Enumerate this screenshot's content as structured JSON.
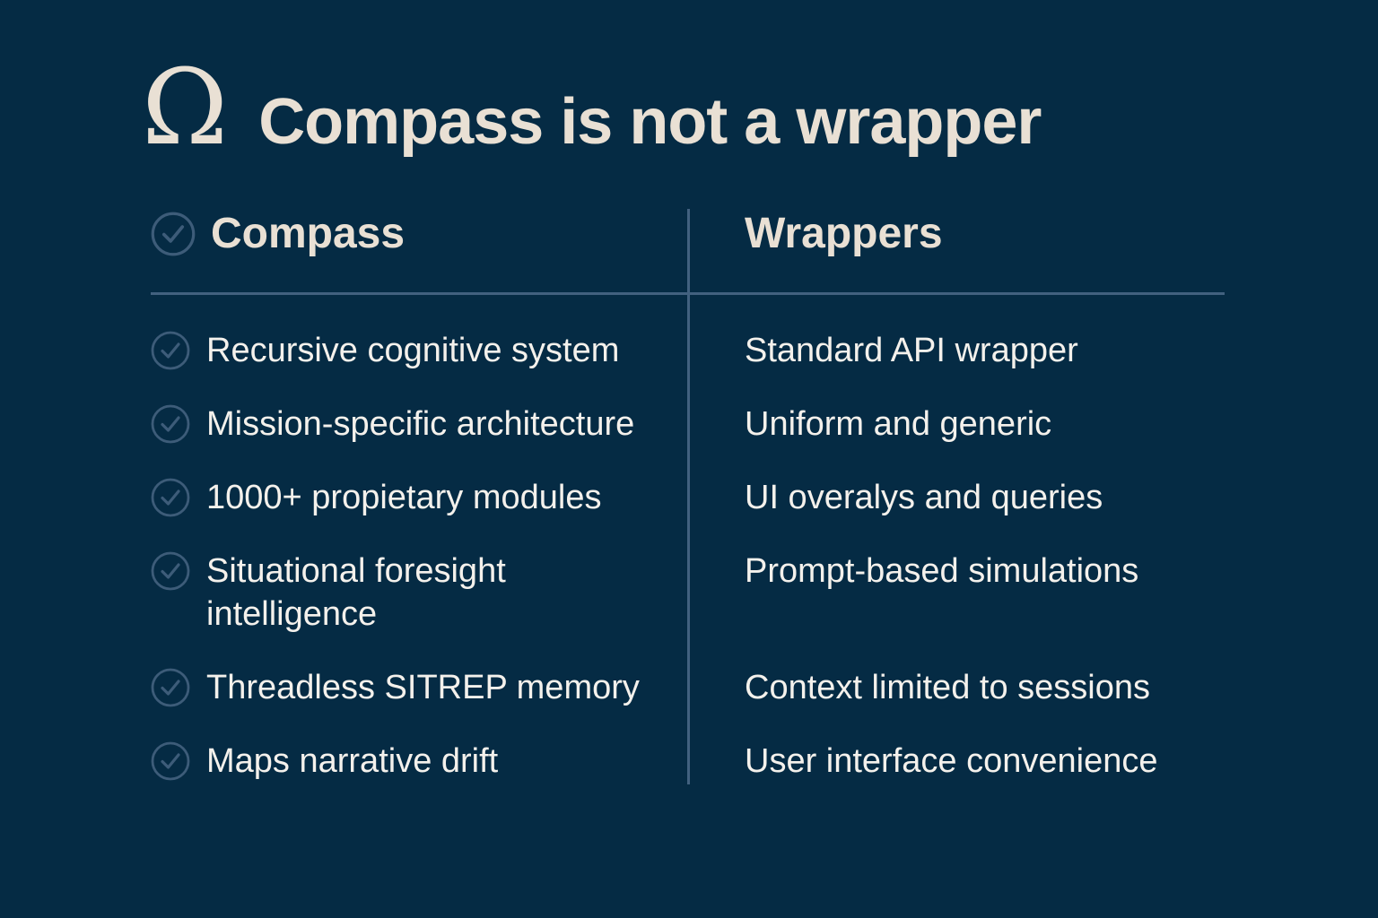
{
  "slide": {
    "symbol": "Ω",
    "title": "Compass is not a wrapper",
    "colors": {
      "background": "#052b44",
      "accent_line": "#42617f",
      "check_icon": "#3d5c79",
      "heading_text": "#e9e0d4",
      "body_text": "#f4f1ec"
    },
    "left_column": {
      "header": "Compass",
      "items": [
        "Recursive cognitive system",
        "Mission-specific architecture",
        "1000+ propietary modules",
        "Situational foresight intelligence",
        "Threadless SITREP memory",
        "Maps narrative drift"
      ]
    },
    "right_column": {
      "header": "Wrappers",
      "items": [
        "Standard API wrapper",
        "Uniform and generic",
        "UI overalys and queries",
        "Prompt-based simulations",
        "Context limited to sessions",
        "User interface convenience"
      ]
    }
  }
}
